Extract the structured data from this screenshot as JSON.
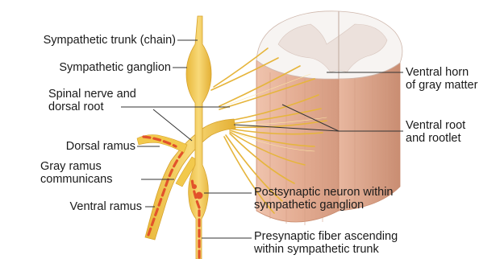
{
  "colors": {
    "nerve": "#f2c94c",
    "nerve_dark": "#d9a82a",
    "cord_side": "#e6b49b",
    "cord_side_dark": "#c98b6e",
    "gray_matter": "#f1e9e5",
    "white_matter": "#f7f4f2",
    "presynaptic": "#e2532b",
    "leader": "#333333"
  },
  "labels": {
    "sympathetic_trunk": "Sympathetic trunk (chain)",
    "sympathetic_ganglion": "Sympathetic ganglion",
    "spinal_nerve_line1": "Spinal nerve and",
    "spinal_nerve_line2": "dorsal root",
    "dorsal_ramus": "Dorsal ramus",
    "gray_ramus_line1": "Gray ramus",
    "gray_ramus_line2": "communicans",
    "ventral_ramus": "Ventral ramus",
    "ventral_horn_line1": "Ventral horn",
    "ventral_horn_line2": "of gray matter",
    "ventral_root_line1": "Ventral root",
    "ventral_root_line2": "and rootlet",
    "postsynaptic_line1": "Postsynaptic neuron within",
    "postsynaptic_line2": "sympathetic ganglion",
    "presynaptic_line1": "Presynaptic fiber ascending",
    "presynaptic_line2": "within sympathetic trunk"
  }
}
